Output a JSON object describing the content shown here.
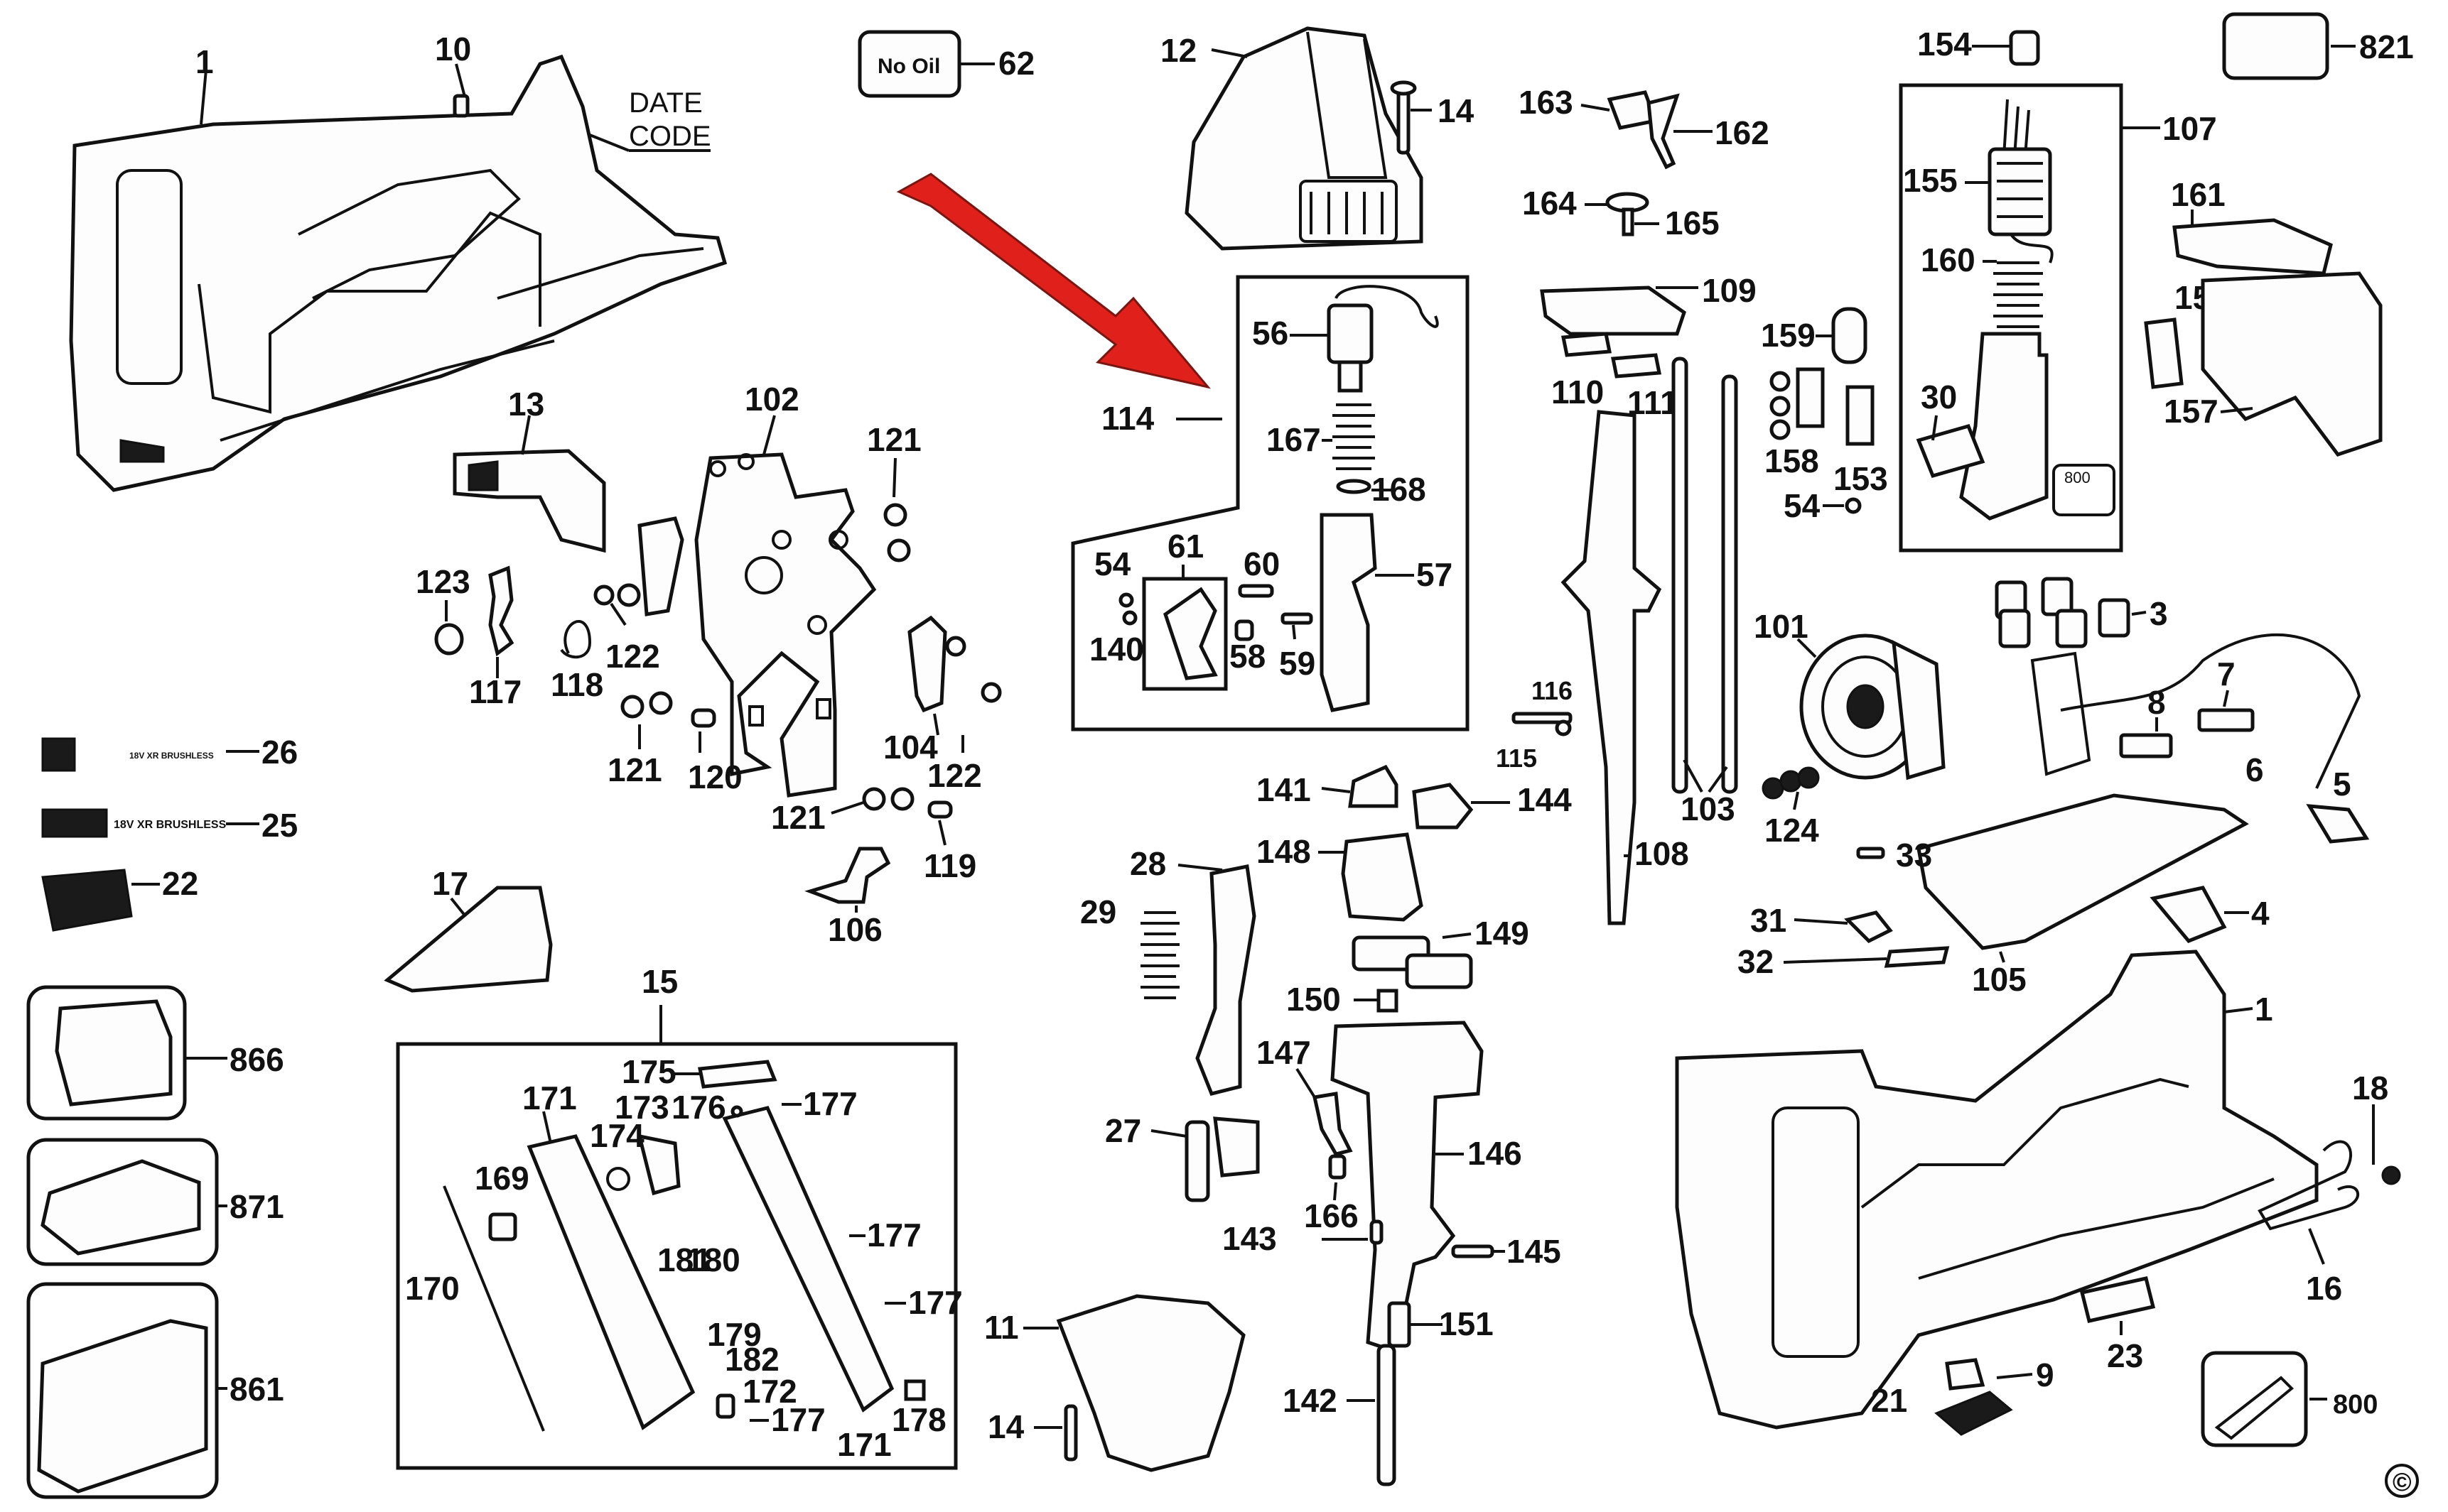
{
  "diagram": {
    "date_code_text": [
      "DATE",
      "CODE"
    ],
    "no_oil_text": "No Oil",
    "copyright_symbol": "©",
    "badge_26_text": "18V XR BRUSHLESS",
    "badge_25_text": "18V XR BRUSHLESS",
    "accent_color": "#e0201b",
    "callouts": {
      "c1": "1",
      "c10": "10",
      "c62": "62",
      "c12": "12",
      "c14a": "14",
      "c163": "163",
      "c162": "162",
      "c154": "154",
      "c821": "821",
      "c107": "107",
      "c155": "155",
      "c164": "164",
      "c165": "165",
      "c160": "160",
      "c161": "161",
      "c156": "156",
      "c157": "157",
      "c109": "109",
      "c159": "159",
      "c30": "30",
      "c110": "110",
      "c111": "111",
      "c158": "158",
      "c153": "153",
      "c54b": "54",
      "c56": "56",
      "c114": "114",
      "c167": "167",
      "c168": "168",
      "c61": "61",
      "c60": "60",
      "c57": "57",
      "c54a": "54",
      "c140": "140",
      "c58": "58",
      "c59": "59",
      "c13": "13",
      "c102": "102",
      "c121a": "121",
      "c123": "123",
      "c122a": "122",
      "c117": "117",
      "c118": "118",
      "c121b": "121",
      "c120": "120",
      "c104": "104",
      "c122b": "122",
      "c121c": "121",
      "c119": "119",
      "c106": "106",
      "c26": "26",
      "c25": "25",
      "c22": "22",
      "c17": "17",
      "c866": "866",
      "c871": "871",
      "c861": "861",
      "c15": "15",
      "c175": "175",
      "c171a": "171",
      "c173": "173",
      "c176": "176",
      "c177a": "177",
      "c174": "174",
      "c169": "169",
      "c170": "170",
      "c181": "181",
      "c180": "180",
      "c177b": "177",
      "c177c": "177",
      "c179": "179",
      "c182": "182",
      "c172": "172",
      "c177d": "177",
      "c171b": "171",
      "c178": "178",
      "c116": "116",
      "c115": "115",
      "c103": "103",
      "c108": "108",
      "c101": "101",
      "c3": "3",
      "c8": "8",
      "c7": "7",
      "c6": "6",
      "c124": "124",
      "c33": "33",
      "c5": "5",
      "c31": "31",
      "c4": "4",
      "c32": "32",
      "c105": "105",
      "c141": "141",
      "c144": "144",
      "c148": "148",
      "c149": "149",
      "c150": "150",
      "c28": "28",
      "c29": "29",
      "c147": "147",
      "c146": "146",
      "c27": "27",
      "c166": "166",
      "c143": "143",
      "c145": "145",
      "c11": "11",
      "c151": "151",
      "c14b": "14",
      "c142": "142",
      "c1b": "1",
      "c18": "18",
      "c16": "16",
      "c23": "23",
      "c9": "9",
      "c21": "21",
      "c800": "800"
    }
  }
}
